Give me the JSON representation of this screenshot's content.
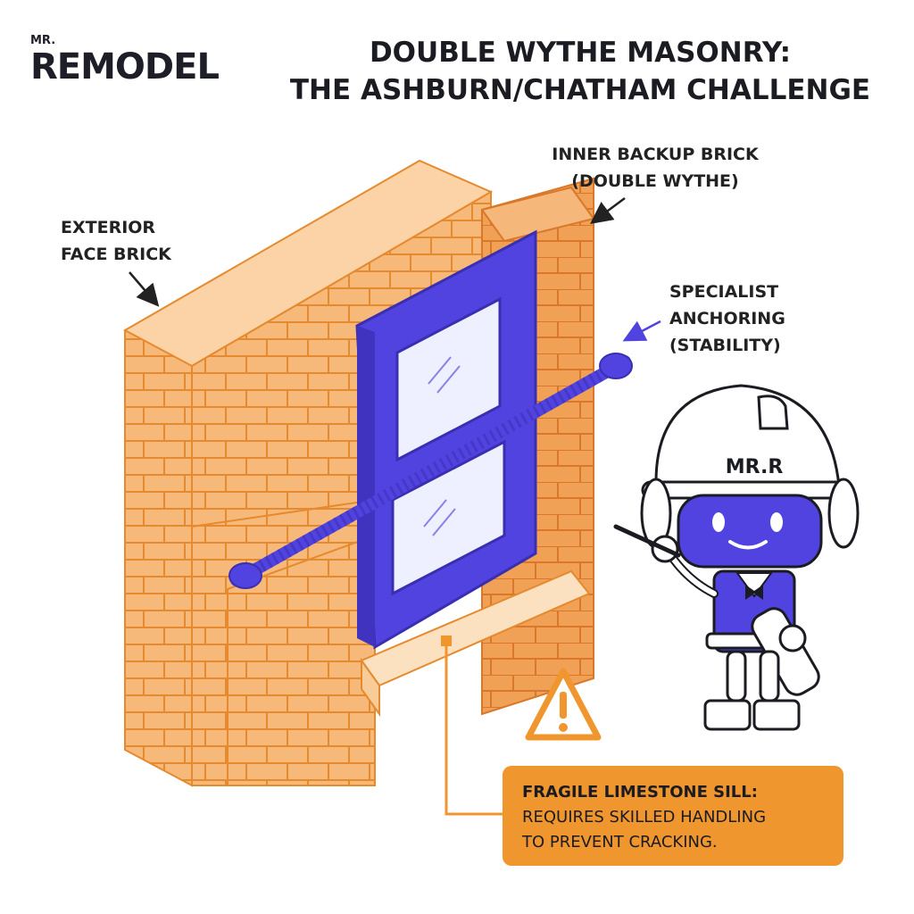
{
  "brand": {
    "small": "MR.",
    "name": "REMODEL"
  },
  "title": {
    "line1": "DOUBLE WYTHE MASONRY:",
    "line2": "THE ASHBURN/CHATHAM CHALLENGE"
  },
  "labels": {
    "exterior": [
      "EXTERIOR",
      "FACE BRICK"
    ],
    "inner": [
      "INNER BACKUP BRICK",
      "(DOUBLE WYTHE)"
    ],
    "anchoring": [
      "SPECIALIST",
      "ANCHORING",
      "(STABILITY)"
    ]
  },
  "callout": {
    "heading": "FRAGILE LIMESTONE SILL:",
    "line1": "REQUIRES SKILLED HANDLING",
    "line2": "TO PREVENT CRACKING."
  },
  "mascot": {
    "helmet_text": "MR.R"
  },
  "colors": {
    "brick": "#f7b979",
    "brick_dark": "#f0a155",
    "brick_stroke": "#e58a2e",
    "window": "#5143e0",
    "accent_orange": "#f0962f",
    "text": "#1b1b22"
  }
}
